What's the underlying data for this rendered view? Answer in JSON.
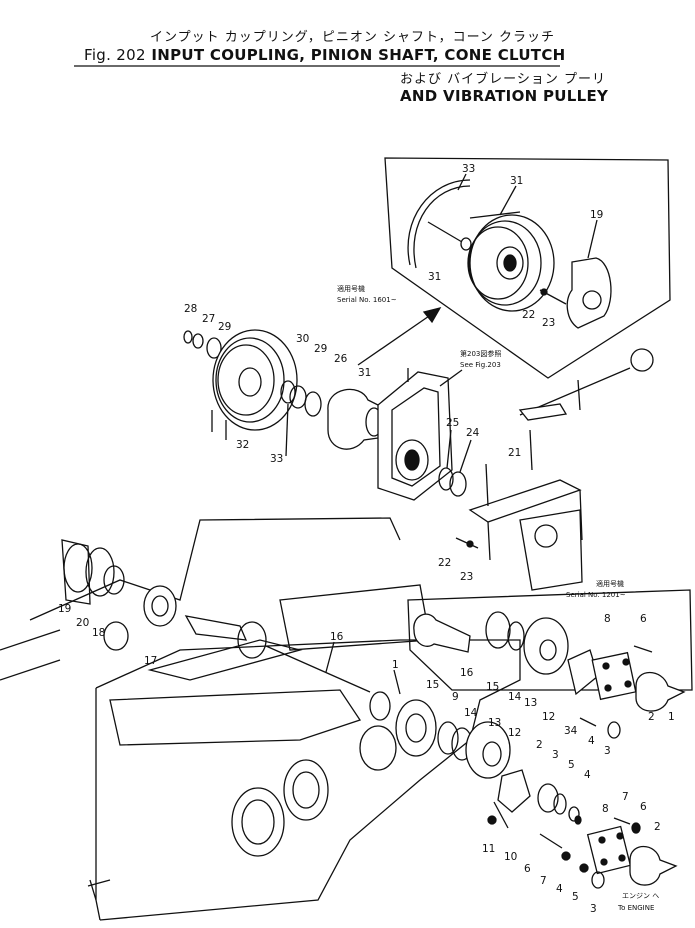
{
  "title": {
    "jp_line1": "インプット カップリング，ピニオン シャフト，コーン クラッチ",
    "figure_number": "Fig. 202",
    "en_line1": "INPUT COUPLING, PINION SHAFT, CONE CLUTCH",
    "jp_line2": "および バイブレーション プーリ",
    "en_line2": "AND VIBRATION PULLEY"
  },
  "notes": {
    "serial_top_jp": "適用号機",
    "serial_top": "Serial No. 1601~",
    "see_fig_jp": "第203図参照",
    "see_fig": "See Fig.203",
    "serial_bottom_jp": "適用号機",
    "serial_bottom": "Serial No. 1201~",
    "to_engine_jp": "エンジン へ",
    "to_engine": "To ENGINE"
  },
  "callouts": [
    "33",
    "31",
    "19",
    "31",
    "22",
    "23",
    "28",
    "27",
    "29",
    "30",
    "29",
    "26",
    "31",
    "32",
    "33",
    "25",
    "24",
    "21",
    "22",
    "23",
    "19",
    "20",
    "18",
    "17",
    "16",
    "16",
    "1",
    "15",
    "9",
    "14",
    "13",
    "12",
    "2",
    "3",
    "5",
    "4",
    "34",
    "13",
    "12",
    "14",
    "15",
    "8",
    "6",
    "1",
    "2",
    "3",
    "4",
    "7",
    "6",
    "8",
    "11",
    "10",
    "6",
    "7",
    "4",
    "5",
    "3",
    "2"
  ],
  "colors": {
    "ink": "#111111",
    "paper": "#ffffff"
  }
}
